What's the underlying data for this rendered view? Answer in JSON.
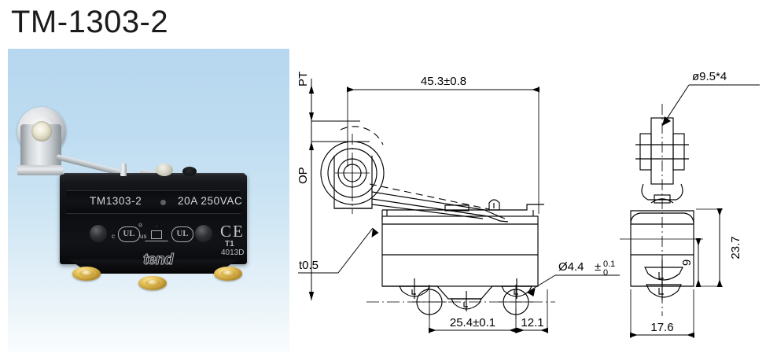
{
  "page": {
    "title": "TM-1303-2"
  },
  "photo": {
    "name": "product-photo",
    "label_model": "TM1303-2",
    "label_rating": "20A 250VAC",
    "brand": "tend",
    "marks": {
      "ul_c": "c",
      "ul_text": "UL",
      "ul_us": "us",
      "ul_reg": "®",
      "ul_text_2": "UL",
      "ce": "CE",
      "code_t1": "T1",
      "code_lot": "4013D"
    }
  },
  "drawing": {
    "labels": {
      "pt": "PT",
      "op": "OP"
    },
    "dimensions": {
      "overall_length": "45.3±0.8",
      "plate_thickness": "t0.5",
      "mount_hole_pitch": "25.4±0.1",
      "edge_to_hole": "12.1",
      "mount_hole_dia": "Ø4.4",
      "mount_hole_tol_upper": "0.1",
      "mount_hole_tol_lower": "0",
      "mount_hole_tol_sign": "±",
      "roller_dia": "ø9.5*4",
      "body_height": "23.7",
      "terminal_height": "9",
      "body_width": "17.6"
    }
  }
}
